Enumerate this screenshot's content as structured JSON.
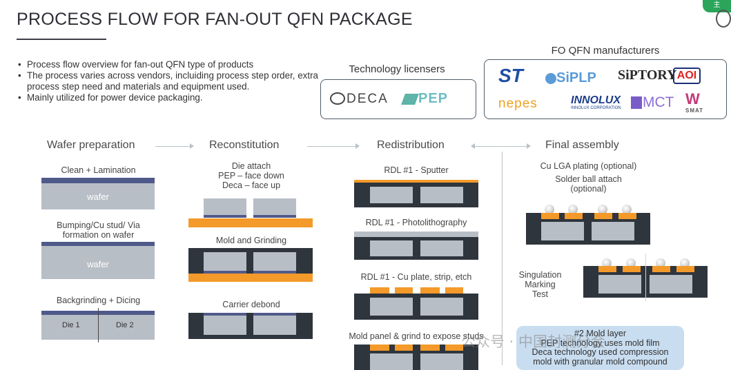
{
  "header": {
    "title": "PROCESS FLOW FOR FAN-OUT QFN PACKAGE",
    "badge": "主"
  },
  "bullets": [
    "Process flow overview for fan-out QFN type of products",
    "The process varies across vendors, incluiding process step order, extra process step need and materials and equipment used.",
    "Mainly utilized for power device packaging."
  ],
  "licensers": {
    "title": "Technology licensers",
    "logos": [
      "DECA",
      "PEP"
    ]
  },
  "manufacturers": {
    "title": "FO QFN manufacturers",
    "logos": [
      "ST",
      "SiPLP",
      "SiPTORY",
      "AOI",
      "nepes",
      "INNOLUX",
      "INNOLUX CORPORATION",
      "MCT",
      "SMAT"
    ]
  },
  "stages": [
    "Wafer preparation",
    "Reconstitution",
    "Redistribution",
    "Final assembly"
  ],
  "wafer_prep": {
    "steps": [
      "Clean + Lamination",
      "Bumping/Cu stud/ Via formation on wafer",
      "Backgrinding + Dicing"
    ],
    "wafer_label": "wafer",
    "die_labels": [
      "Die 1",
      "Die 2"
    ]
  },
  "reconstitution": {
    "steps": [
      "Die attach",
      "PEP – face down",
      "Deca – face up",
      "Mold and Grinding",
      "Carrier debond"
    ]
  },
  "redistribution": {
    "steps": [
      "RDL #1 - Sputter",
      "RDL #1 - Photolithography",
      "RDL #1 - Cu plate, strip, etch",
      "Mold panel & grind to expose studs"
    ]
  },
  "final_assembly": {
    "steps": [
      "Cu LGA plating (optional)",
      "Solder ball attach",
      "(optional)",
      "Singulation",
      "Marking",
      "Test"
    ],
    "note": "#2 Mold layer / PEP technology uses mold film / Deca technology used compression / mold with granular mold compound"
  },
  "watermark": "公众号 · 中国封测分会",
  "colors": {
    "dark": "#2f353d",
    "gray": "#b8bec6",
    "navy": "#505a8a",
    "orange": "#f39a2a",
    "note_bg": "#c9ddf0"
  }
}
